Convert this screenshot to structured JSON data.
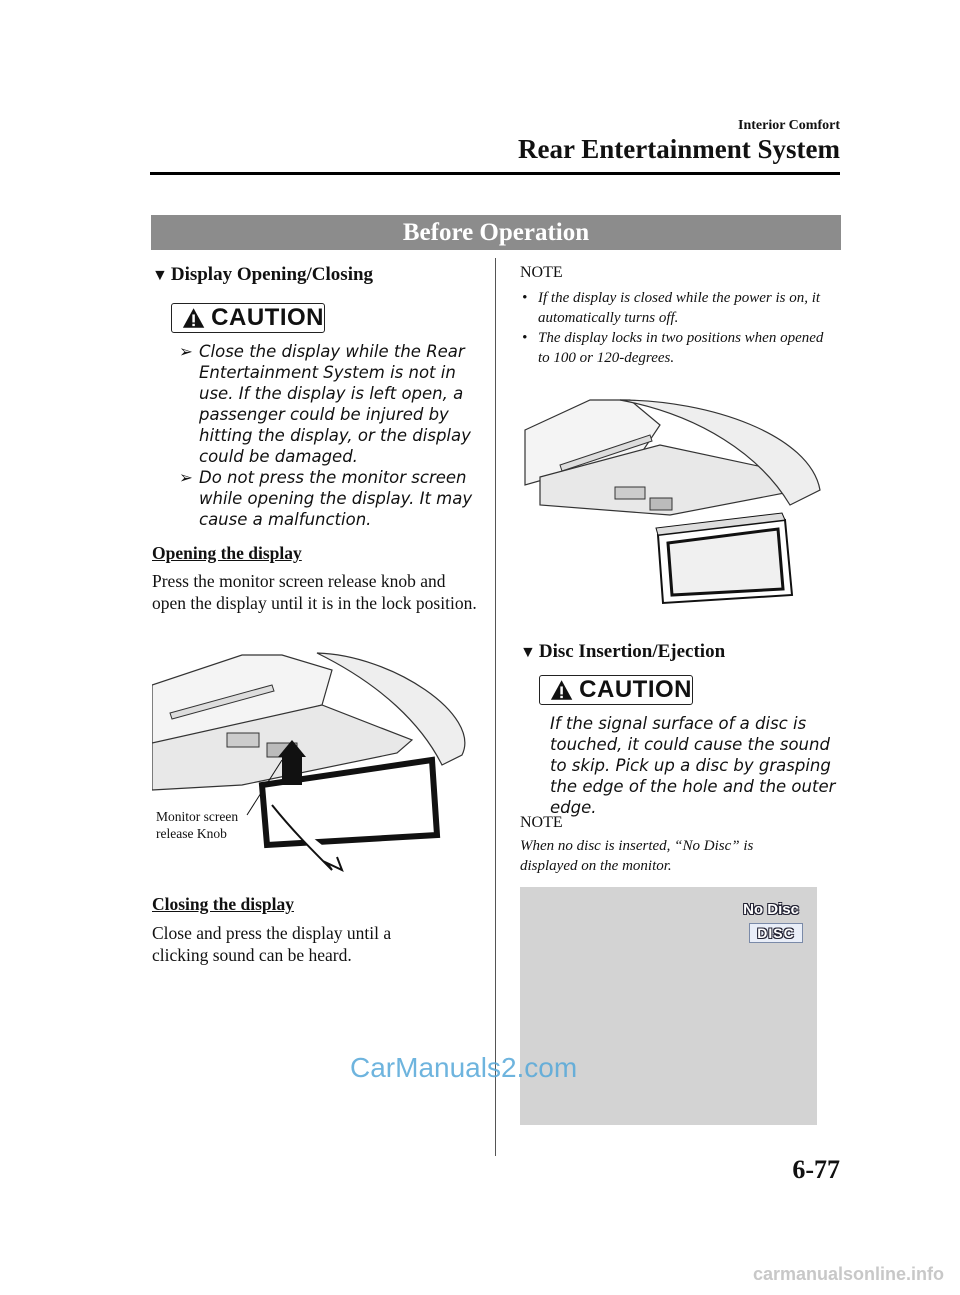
{
  "header": {
    "section": "Interior Comfort",
    "title": "Rear Entertainment System"
  },
  "section_title": "Before Operation",
  "left": {
    "subhead_display": "Display Opening/Closing",
    "caution_label": "CAUTION",
    "caution_items": [
      "Close the display while the Rear Entertainment System is not in use. If the display is left open, a passenger could be injured by hitting the display, or the display could be damaged.",
      "Do not press the monitor screen while opening the display. It may cause a malfunction."
    ],
    "opening_heading": "Opening the display",
    "opening_text": "Press the monitor screen release knob and open the display until it is in the lock position.",
    "figure_label_line1": "Monitor screen",
    "figure_label_line2": "release Knob",
    "closing_heading": "Closing the display",
    "closing_text": "Close and press the display until a clicking sound can be heard."
  },
  "right": {
    "note1_heading": "NOTE",
    "note1_items": [
      "If the display is closed while the power is on, it automatically turns off.",
      "The display locks in two positions when opened to 100 or 120-degrees."
    ],
    "subhead_disc": "Disc Insertion/Ejection",
    "caution_label": "CAUTION",
    "caution_text": "If the signal surface of a disc is touched, it could cause the sound to skip. Pick up a disc by grasping the edge of the hole and the outer edge.",
    "note2_heading": "NOTE",
    "note2_text": "When no disc is inserted, “No Disc” is displayed on the monitor.",
    "screen_no_disc": "No Disc",
    "screen_disc_badge": "DISC"
  },
  "page_number": "6-77",
  "watermark": "CarManuals2.com",
  "footer_mark": "carmanualsonline.info"
}
